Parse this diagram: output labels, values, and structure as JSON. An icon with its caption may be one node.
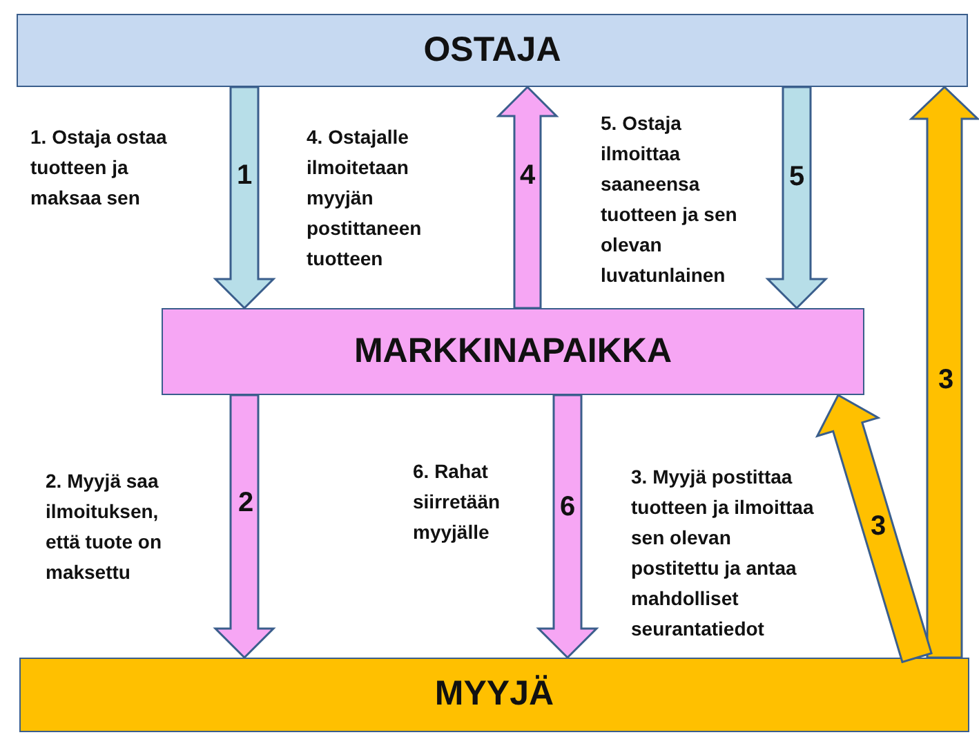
{
  "diagram": {
    "nodes": [
      {
        "text": [
          "OSTAJA"
        ]
      },
      {
        "text": [
          "MARKKINAPAIKKA"
        ]
      },
      {
        "text": [
          "MYYJÄ"
        ]
      }
    ],
    "edges": [
      {
        "from": 0,
        "to": 1,
        "arrow": "to",
        "label": "1",
        "color": "#b7dee8"
      },
      {
        "from": 1,
        "to": 0,
        "arrow": "to",
        "label": "4",
        "color": "#f6a6f4"
      },
      {
        "from": 0,
        "to": 1,
        "arrow": "to",
        "label": "5",
        "color": "#b7dee8"
      },
      {
        "from": 2,
        "to": 0,
        "arrow": "to",
        "label": "3",
        "color": "#ffc000"
      },
      {
        "from": 1,
        "to": 2,
        "arrow": "to",
        "label": "2",
        "color": "#f6a6f4"
      },
      {
        "from": 1,
        "to": 2,
        "arrow": "to",
        "label": "6",
        "color": "#f6a6f4"
      },
      {
        "from": 2,
        "to": 1,
        "arrow": "to",
        "label": "3",
        "color": "#ffc000"
      }
    ],
    "labels": [
      "1. Ostaja ostaa tuotteen ja maksaa sen",
      "4. Ostajalle ilmoitetaan myyjän postittaneen tuotteen",
      "5. Ostaja ilmoittaa saaneensa tuotteen ja sen olevan luvatunlainen",
      "2. Myyjä saa ilmoituksen, että tuote on maksettu",
      "6. Rahat siirretään myyjälle",
      "3. Myyjä postittaa tuotteen ja ilmoittaa sen olevan postitettu ja antaa mahdolliset seurantatiedot"
    ]
  }
}
